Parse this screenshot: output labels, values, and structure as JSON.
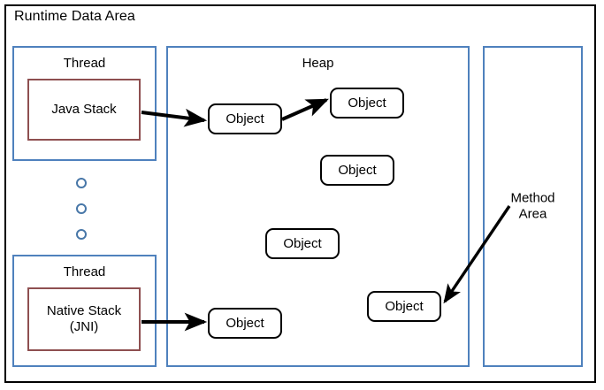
{
  "diagram": {
    "title": "Runtime Data Area",
    "type": "jvm-memory-architecture"
  },
  "regions": {
    "thread_top": {
      "label": "Thread"
    },
    "thread_bottom": {
      "label": "Thread"
    },
    "heap": {
      "label": "Heap"
    },
    "method_area": {
      "label": "Method\nArea",
      "line1": "Method",
      "line2": "Area"
    }
  },
  "stacks": {
    "java_stack": {
      "label": "Java Stack"
    },
    "native_stack": {
      "line1": "Native Stack",
      "line2": "(JNI)"
    }
  },
  "objects": [
    {
      "label": "Object"
    },
    {
      "label": "Object"
    },
    {
      "label": "Object"
    },
    {
      "label": "Object"
    },
    {
      "label": "Object"
    },
    {
      "label": "Object"
    }
  ],
  "ellipsis": {
    "count": 3,
    "meaning": "more-threads"
  },
  "colors": {
    "region_border": "#4F81BD",
    "stack_border": "#8E4F50",
    "object_border": "#000000",
    "frame_border": "#000000",
    "dot_border": "#4877A8",
    "background": "#FFFFFF",
    "text": "#000000"
  },
  "arrows": [
    {
      "from": "java-stack",
      "to": "object-1"
    },
    {
      "from": "object-1",
      "to": "object-2"
    },
    {
      "from": "native-stack",
      "to": "object-6"
    },
    {
      "from": "method-area",
      "to": "object-5"
    }
  ]
}
